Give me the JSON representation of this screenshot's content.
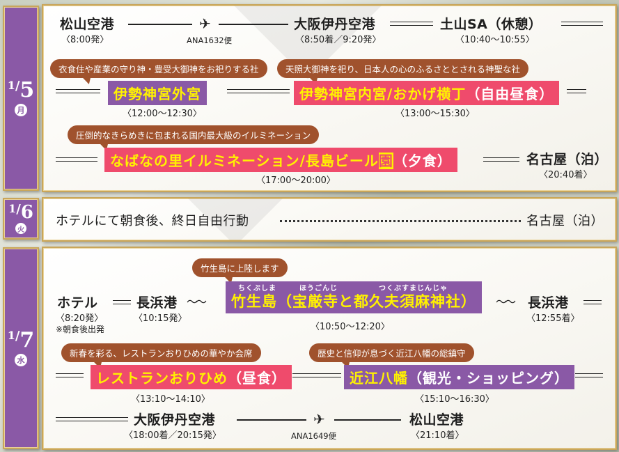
{
  "colors": {
    "badge_purple": "#8a59a6",
    "highlight_pink": "#ef4b6c",
    "highlight_text": "#fff200",
    "bubble_brown": "#a0522d",
    "frame_gold": "#c9a65a"
  },
  "days": [
    {
      "month": "1",
      "slash": "/",
      "day": "5",
      "weekday": "月",
      "row1": {
        "from": {
          "name": "松山空港",
          "time": "〈8:00発〉"
        },
        "transport_icon": "airplane-icon",
        "plane_glyph": "✈",
        "flight": "ANA1632便",
        "stop1": {
          "name": "大阪伊丹空港",
          "time": "〈8:50着／9:20発〉"
        },
        "stop2": {
          "name": "土山SA（休憩）",
          "time": "〈10:40〜10:55〉"
        }
      },
      "row2": {
        "spot1": {
          "bubble": "衣食住や産業の守り神・豊受大御神をお祀りする社",
          "name": "伊勢神宮外宮",
          "time": "〈12:00〜12:30〉"
        },
        "spot2": {
          "bubble": "天照大御神を祀り、日本人の心のふるさととされる神聖な社",
          "name": "伊勢神宮内宮/おかげ横丁",
          "name_suffix": "（自由昼食）",
          "time": "〈13:00〜15:30〉"
        }
      },
      "row3": {
        "spot": {
          "bubble": "圧倒的なきらめきに包まれる国内最大級のイルミネーション",
          "name": "なばなの里イルミネーション/長島ビール",
          "name_mid": "園",
          "name_suffix": "（夕食）",
          "time": "〈17:00〜20:00〉"
        },
        "stay": {
          "name": "名古屋（泊）",
          "time": "〈20:40着〉"
        }
      }
    },
    {
      "month": "1",
      "slash": "/",
      "day": "6",
      "weekday": "火",
      "activity": "ホテルにて朝食後、終日自由行動",
      "stay": "名古屋（泊）"
    },
    {
      "month": "1",
      "slash": "/",
      "day": "7",
      "weekday": "水",
      "row1": {
        "hotel": {
          "name": "ホテル",
          "time": "〈8:20発〉",
          "note": "※朝食後出発"
        },
        "port1": {
          "name": "長浜港",
          "time": "〈10:15発〉"
        },
        "transport_icon": "wave-icon",
        "wave_glyph": "〜〜",
        "island": {
          "bubble": "竹生島に上陸します",
          "ruby1": "ちくぶしま",
          "ruby2": "ほうごんじ",
          "ruby3": "つくぶすまじんじゃ",
          "name": "竹生島（宝厳寺と都久夫須麻神社）",
          "time": "〈10:50〜12:20〉"
        },
        "port2": {
          "name": "長浜港",
          "time": "〈12:55着〉"
        }
      },
      "row2": {
        "spot1": {
          "bubble": "新春を彩る、レストランおりひめの華やか会席",
          "name": "レストランおりひめ",
          "name_suffix": "（昼食）",
          "time": "〈13:10〜14:10〉"
        },
        "spot2": {
          "bubble": "歴史と信仰が息づく近江八幡の総鎮守",
          "name": "近江八幡",
          "name_suffix": "（観光・ショッピング）",
          "time": "〈15:10〜16:30〉"
        }
      },
      "row3": {
        "from": {
          "name": "大阪伊丹空港",
          "time": "〈18:00着／20:15発〉"
        },
        "plane_glyph": "✈",
        "flight": "ANA1649便",
        "to": {
          "name": "松山空港",
          "time": "〈21:10着〉"
        }
      }
    }
  ]
}
